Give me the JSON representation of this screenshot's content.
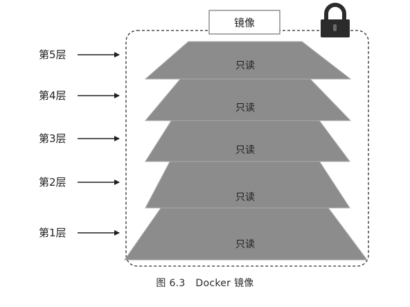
{
  "image": {
    "title": "镜像",
    "layers": [
      {
        "label": "第5层",
        "content": "只读"
      },
      {
        "label": "第4层",
        "content": "只读"
      },
      {
        "label": "第3层",
        "content": "只读"
      },
      {
        "label": "第2层",
        "content": "只读"
      },
      {
        "label": "第1层",
        "content": "只读"
      }
    ],
    "lock_icon": "padlock-icon"
  },
  "caption": {
    "number": "图 6.3",
    "text": "Docker 镜像"
  },
  "colors": {
    "layer_fill": "#8c8c8c",
    "layer_stroke": "#a8a8a8",
    "container_border": "#2a2a2a",
    "lock_body": "#2b2b2b"
  }
}
